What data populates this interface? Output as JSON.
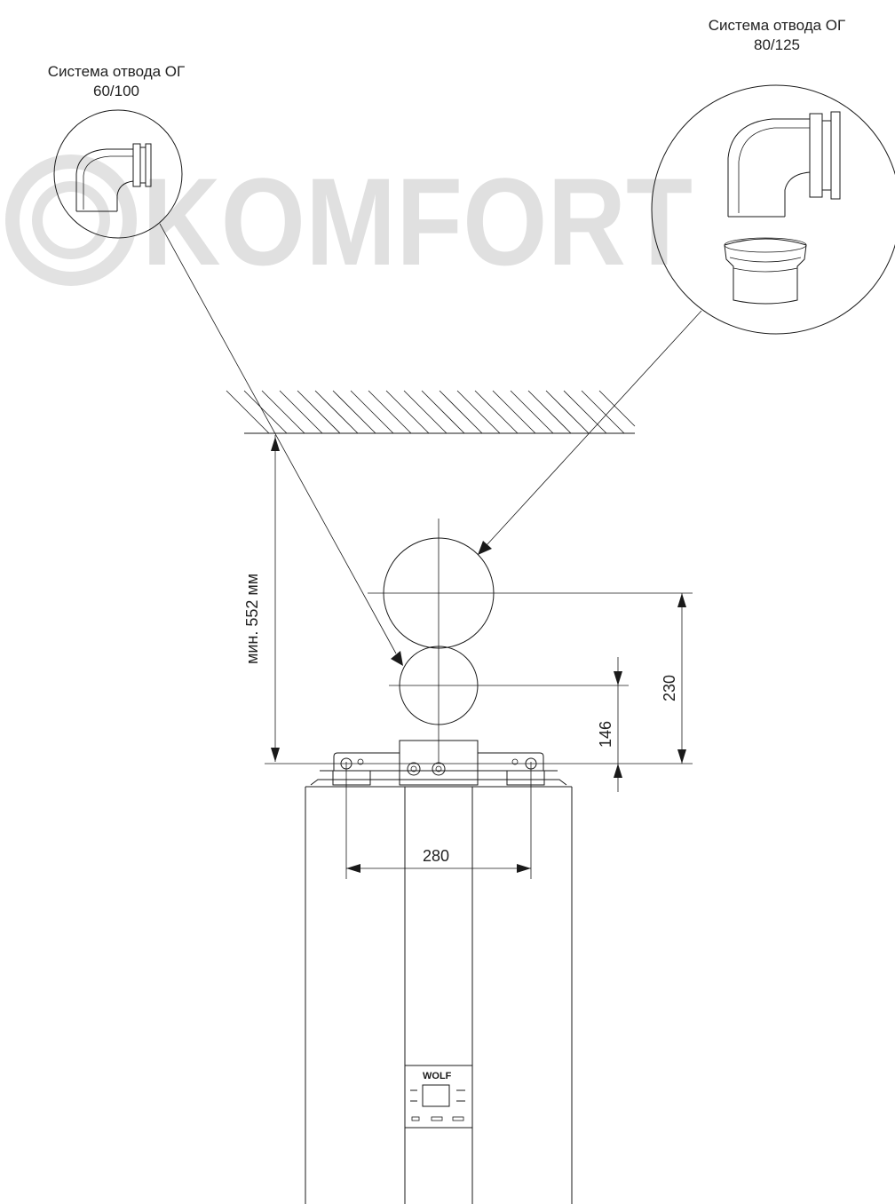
{
  "watermark": {
    "text": "KOMFORT"
  },
  "callouts": {
    "small": {
      "line1": "Система отвода ОГ",
      "line2": "60/100"
    },
    "large": {
      "line1": "Система отвода ОГ",
      "line2": "80/125"
    }
  },
  "dimensions": {
    "min_height": "мин. 552 мм",
    "d230": "230",
    "d146": "146",
    "d280": "280"
  },
  "boiler": {
    "brand": "WOLF"
  }
}
